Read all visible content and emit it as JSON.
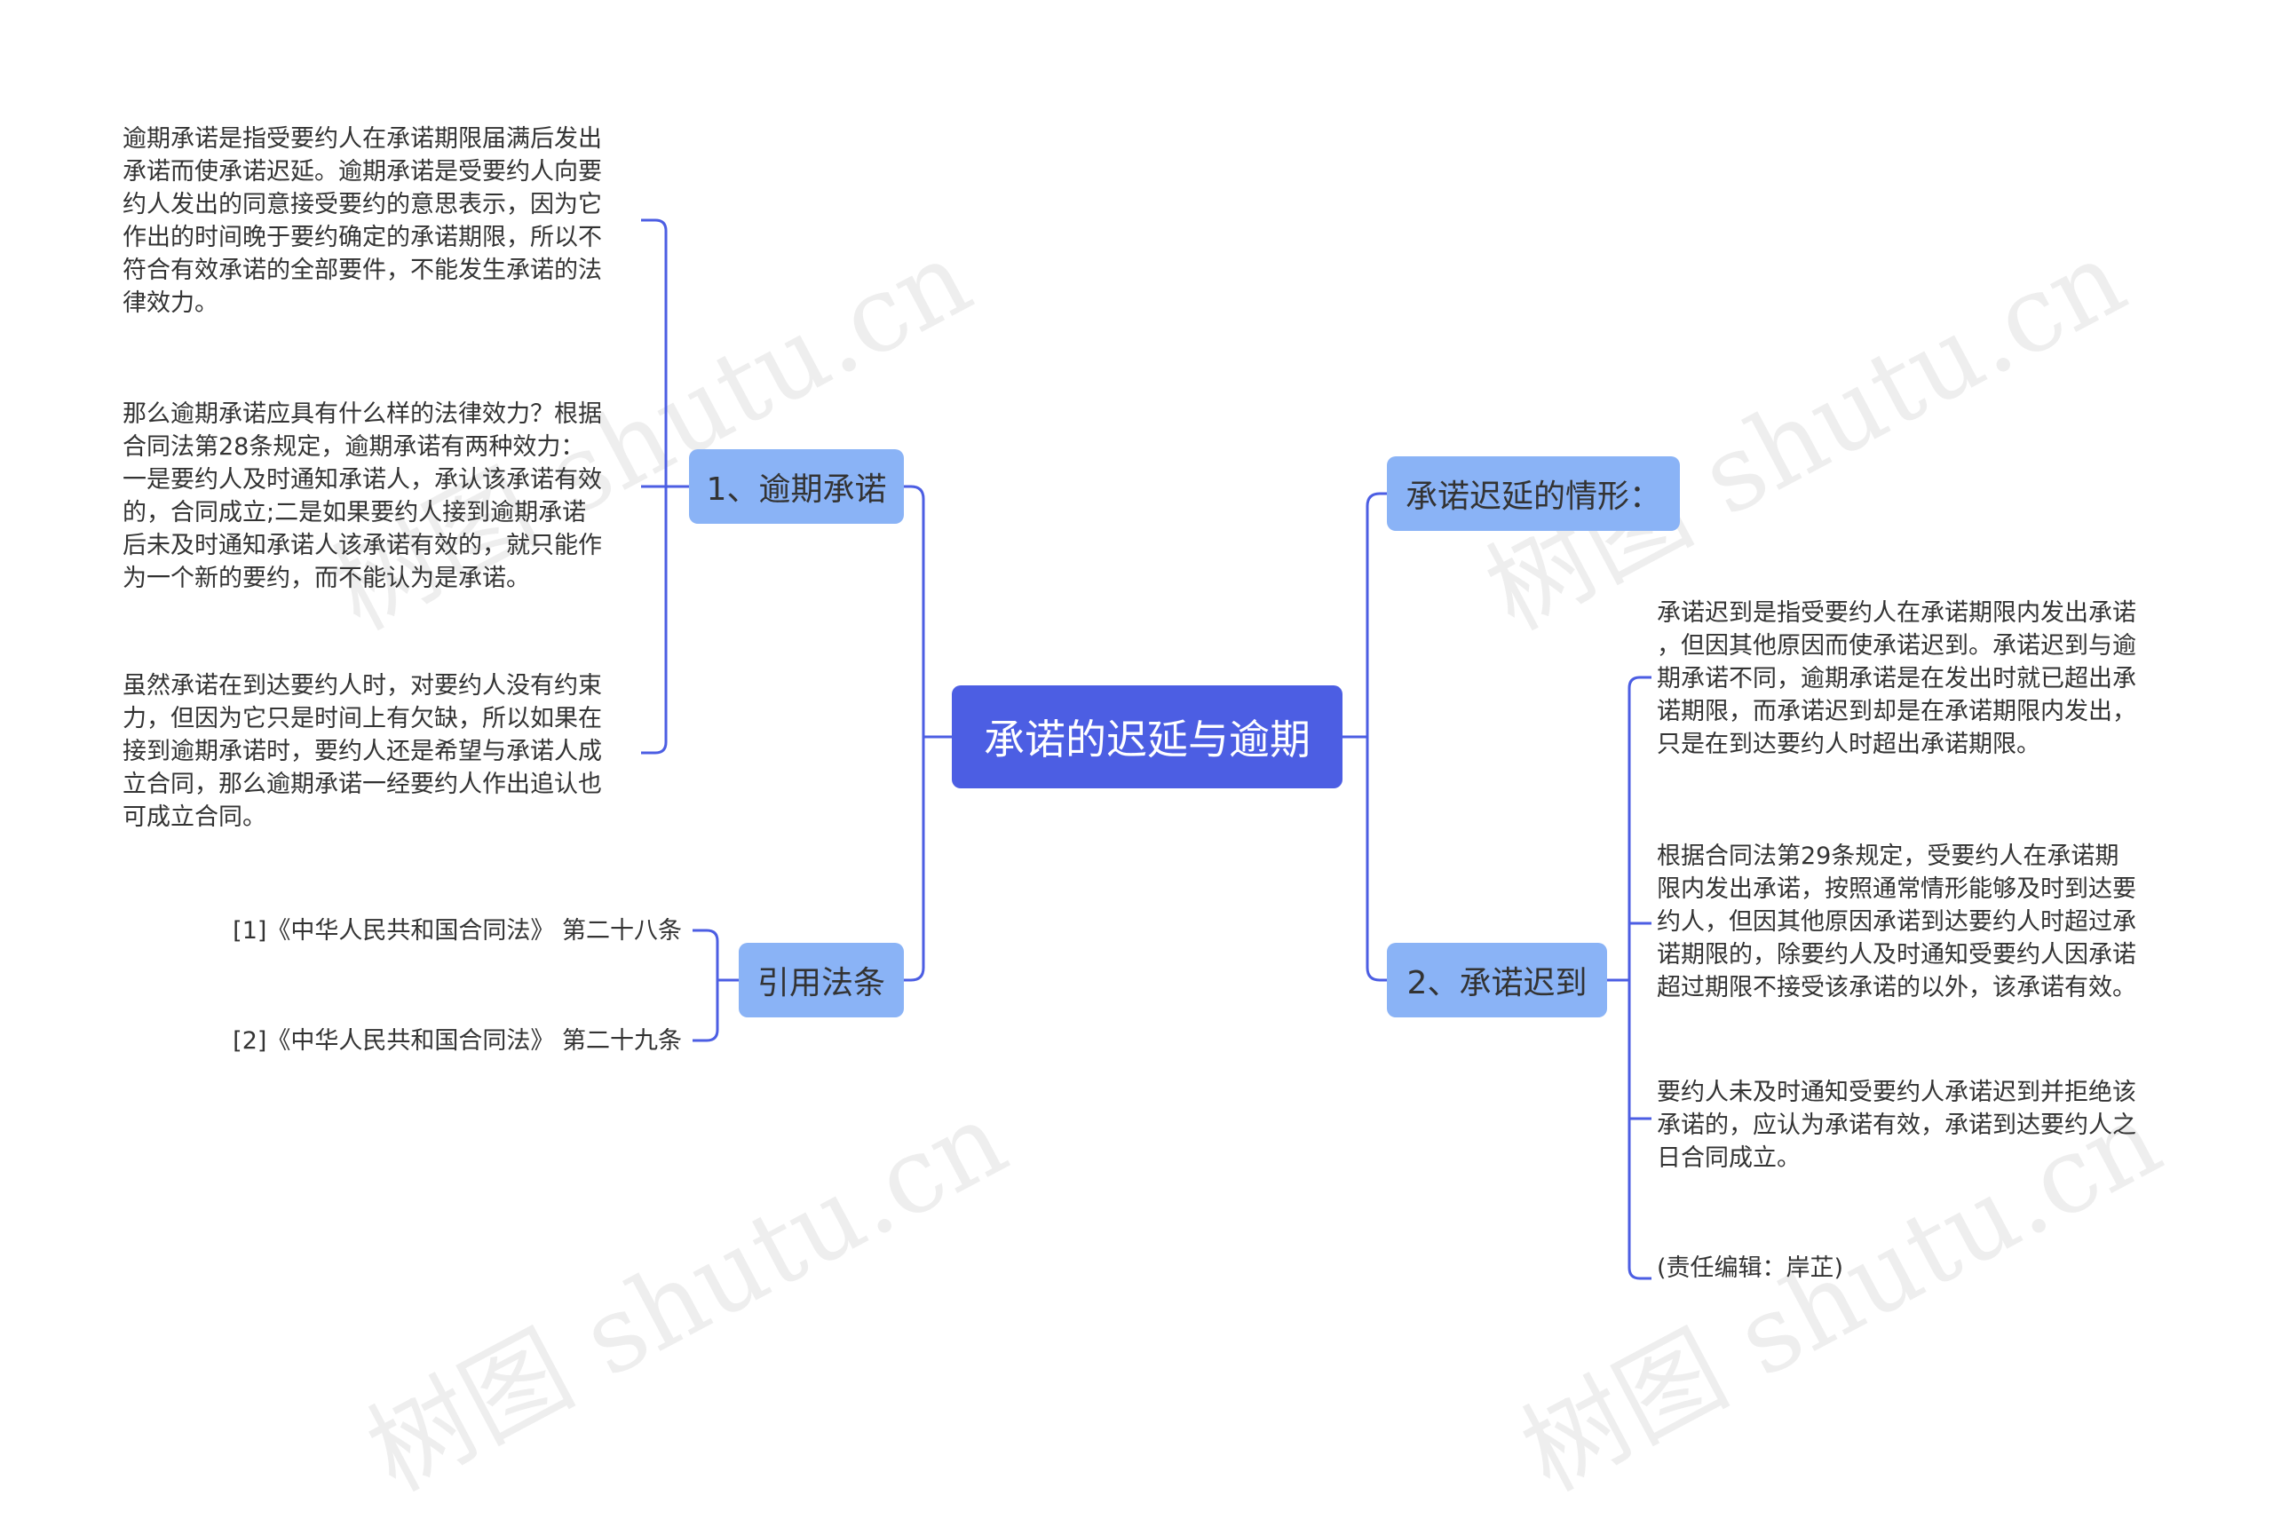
{
  "root": {
    "title": "承诺的迟延与逾期"
  },
  "branches": {
    "overdue": {
      "label": "1、逾期承诺"
    },
    "citations": {
      "label": "引用法条"
    },
    "delay_cases": {
      "label": "承诺迟延的情形："
    },
    "late_arrival": {
      "label": "2、承诺迟到"
    }
  },
  "leaves": {
    "overdue_1": "逾期承诺是指受要约人在承诺期限届满后发出\n承诺而使承诺迟延。逾期承诺是受要约人向要\n约人发出的同意接受要约的意思表示，因为它\n作出的时间晚于要约确定的承诺期限，所以不\n符合有效承诺的全部要件，不能发生承诺的法\n律效力。",
    "overdue_2": "那么逾期承诺应具有什么样的法律效力？根据\n合同法第28条规定，逾期承诺有两种效力：\n一是要约人及时通知承诺人，承认该承诺有效\n的，合同成立;二是如果要约人接到逾期承诺\n后未及时通知承诺人该承诺有效的，就只能作\n为一个新的要约，而不能认为是承诺。",
    "overdue_3": "虽然承诺在到达要约人时，对要约人没有约束\n力，但因为它只是时间上有欠缺，所以如果在\n接到逾期承诺时，要约人还是希望与承诺人成\n立合同，那么逾期承诺一经要约人作出追认也\n可成立合同。",
    "citation_1": "[1]《中华人民共和国合同法》 第二十八条",
    "citation_2": "[2]《中华人民共和国合同法》 第二十九条",
    "late_1": "承诺迟到是指受要约人在承诺期限内发出承诺\n，但因其他原因而使承诺迟到。承诺迟到与逾\n期承诺不同，逾期承诺是在发出时就已超出承\n诺期限，而承诺迟到却是在承诺期限内发出，\n只是在到达要约人时超出承诺期限。",
    "late_2": "根据合同法第29条规定，受要约人在承诺期\n限内发出承诺，按照通常情形能够及时到达要\n约人，但因其他原因承诺到达要约人时超过承\n诺期限的，除要约人及时通知受要约人因承诺\n超过期限不接受该承诺的以外，该承诺有效。",
    "late_3": "要约人未及时通知受要约人承诺迟到并拒绝该\n承诺的，应认为承诺有效，承诺到达要约人之\n日合同成立。",
    "late_4": "(责任编辑：岸芷)"
  },
  "watermark": {
    "text": "树图 shutu.cn"
  },
  "colors": {
    "root_bg": "#4c5ee3",
    "branch_bg": "#8ab3f6",
    "connector": "#4c5ee3"
  }
}
